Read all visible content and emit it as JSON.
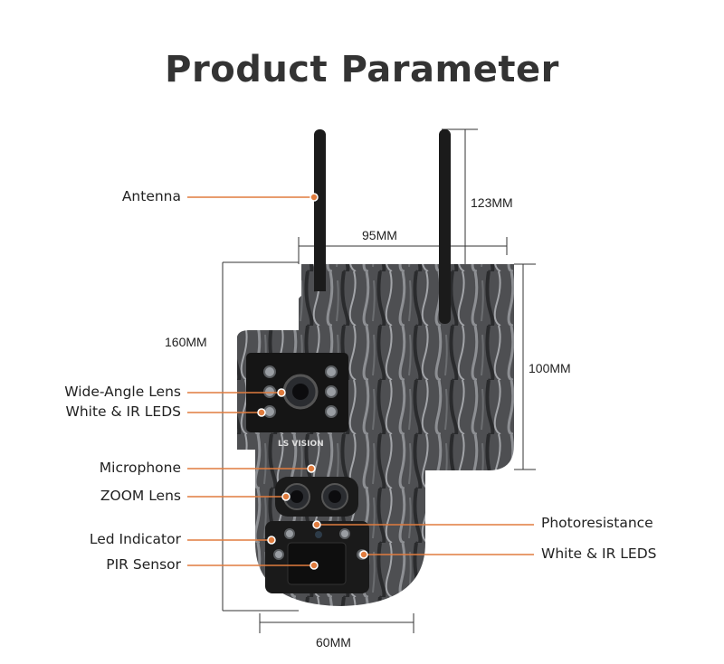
{
  "title": "Product Parameter",
  "brand_logo": "LS VISION",
  "accent_color": "#e07c3e",
  "dimensions": {
    "antenna_height": "123MM",
    "top_width": "95MM",
    "total_height": "160MM",
    "plate_height": "100MM",
    "bottom_width": "60MM"
  },
  "callouts": {
    "left": [
      {
        "label": "Antenna"
      },
      {
        "label": "Wide-Angle Lens"
      },
      {
        "label": "White & IR LEDS"
      },
      {
        "label": "Microphone"
      },
      {
        "label": "ZOOM Lens"
      },
      {
        "label": "Led Indicator"
      },
      {
        "label": "PIR Sensor"
      }
    ],
    "right": [
      {
        "label": "Photoresistance"
      },
      {
        "label": "White & IR LEDS"
      }
    ]
  }
}
